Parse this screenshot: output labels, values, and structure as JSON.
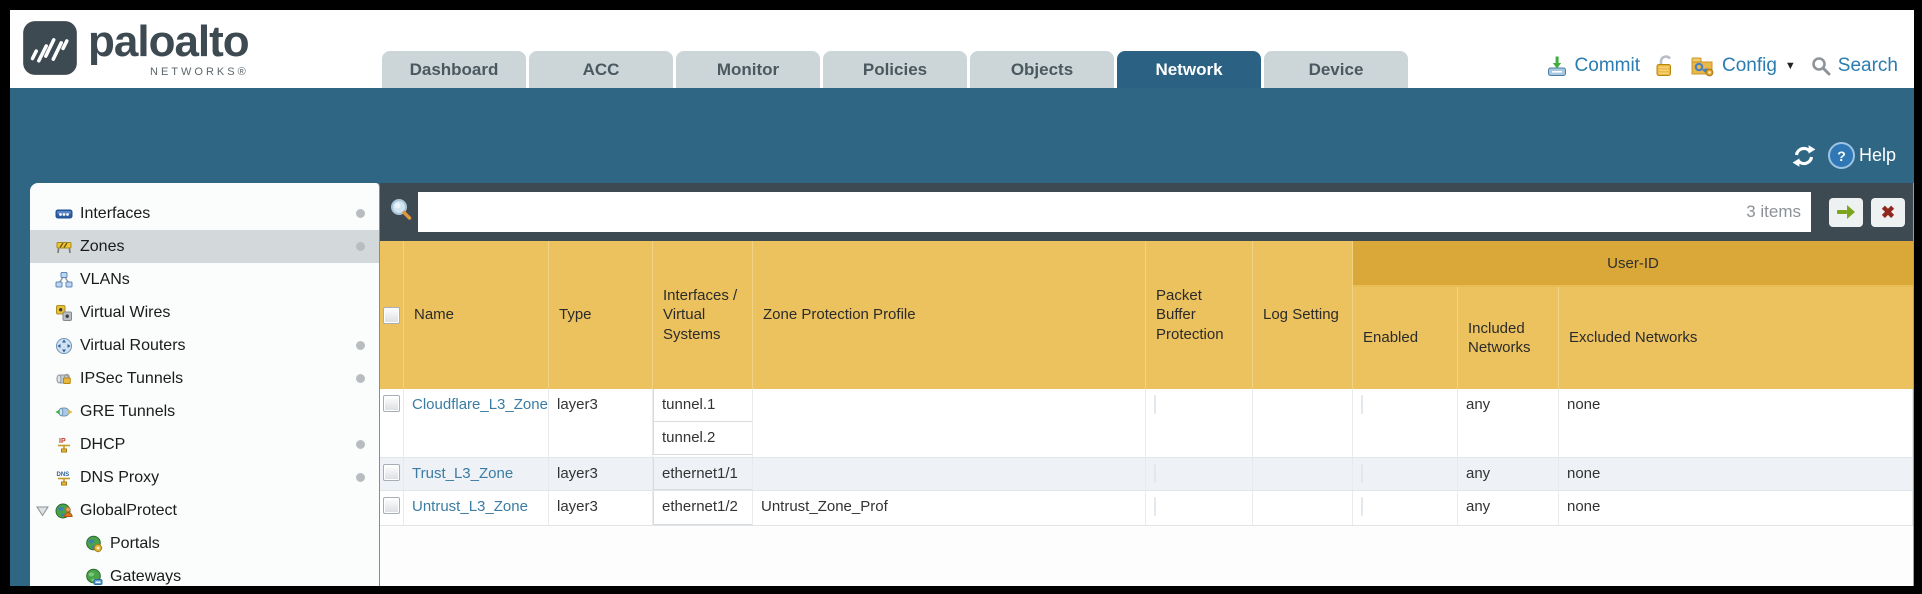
{
  "header": {
    "logo": {
      "brand": "paloalto",
      "sub": "NETWORKS®"
    },
    "tabs": [
      {
        "label": "Dashboard",
        "active": false
      },
      {
        "label": "ACC",
        "active": false
      },
      {
        "label": "Monitor",
        "active": false
      },
      {
        "label": "Policies",
        "active": false
      },
      {
        "label": "Objects",
        "active": false
      },
      {
        "label": "Network",
        "active": true
      },
      {
        "label": "Device",
        "active": false
      }
    ],
    "actions": {
      "commit": "Commit",
      "config": "Config",
      "search": "Search"
    }
  },
  "toolbar": {
    "help": "Help"
  },
  "sidebar": {
    "items": [
      {
        "label": "Interfaces",
        "icon": "interfaces-icon",
        "selected": false,
        "dot": true
      },
      {
        "label": "Zones",
        "icon": "zones-icon",
        "selected": true,
        "dot": true
      },
      {
        "label": "VLANs",
        "icon": "vlans-icon",
        "selected": false,
        "dot": false
      },
      {
        "label": "Virtual Wires",
        "icon": "virtual-wires-icon",
        "selected": false,
        "dot": false
      },
      {
        "label": "Virtual Routers",
        "icon": "virtual-routers-icon",
        "selected": false,
        "dot": true
      },
      {
        "label": "IPSec Tunnels",
        "icon": "ipsec-tunnels-icon",
        "selected": false,
        "dot": true
      },
      {
        "label": "GRE Tunnels",
        "icon": "gre-tunnels-icon",
        "selected": false,
        "dot": false
      },
      {
        "label": "DHCP",
        "icon": "dhcp-icon",
        "selected": false,
        "dot": true
      },
      {
        "label": "DNS Proxy",
        "icon": "dns-proxy-icon",
        "selected": false,
        "dot": true
      },
      {
        "label": "GlobalProtect",
        "icon": "globalprotect-icon",
        "selected": false,
        "dot": false,
        "expanded": true
      },
      {
        "label": "Portals",
        "icon": "portals-icon",
        "selected": false,
        "dot": false,
        "indent": true
      },
      {
        "label": "Gateways",
        "icon": "gateways-icon",
        "selected": false,
        "dot": false,
        "indent": true
      }
    ]
  },
  "content": {
    "search": {
      "value": "",
      "count_label": "3 items"
    },
    "table": {
      "group_header": "User-ID",
      "columns": [
        "Name",
        "Type",
        "Interfaces / Virtual Systems",
        "Zone Protection Profile",
        "Packet Buffer Protection",
        "Log Setting",
        "Enabled",
        "Included Networks",
        "Excluded Networks"
      ],
      "rows": [
        {
          "name": "Cloudflare_L3_Zone",
          "type": "layer3",
          "interfaces": [
            "tunnel.1",
            "tunnel.2"
          ],
          "zone_protection_profile": "",
          "log_setting": "",
          "included_networks": "any",
          "excluded_networks": "none"
        },
        {
          "name": "Trust_L3_Zone",
          "type": "layer3",
          "interfaces": [
            "ethernet1/1"
          ],
          "zone_protection_profile": "",
          "log_setting": "",
          "included_networks": "any",
          "excluded_networks": "none"
        },
        {
          "name": "Untrust_L3_Zone",
          "type": "layer3",
          "interfaces": [
            "ethernet1/2"
          ],
          "zone_protection_profile": "Untrust_Zone_Prof",
          "log_setting": "",
          "included_networks": "any",
          "excluded_networks": "none"
        }
      ]
    }
  },
  "colors": {
    "teal": "#2f6683",
    "header_gold": "#ecc25f",
    "group_gold": "#d9a838",
    "searchbar_dark": "#3e4a52",
    "link_blue": "#2a7cb1",
    "zebra": "#eef1f5",
    "tab_gray": "#ccd6d8",
    "logo_dark": "#3e4a51"
  }
}
